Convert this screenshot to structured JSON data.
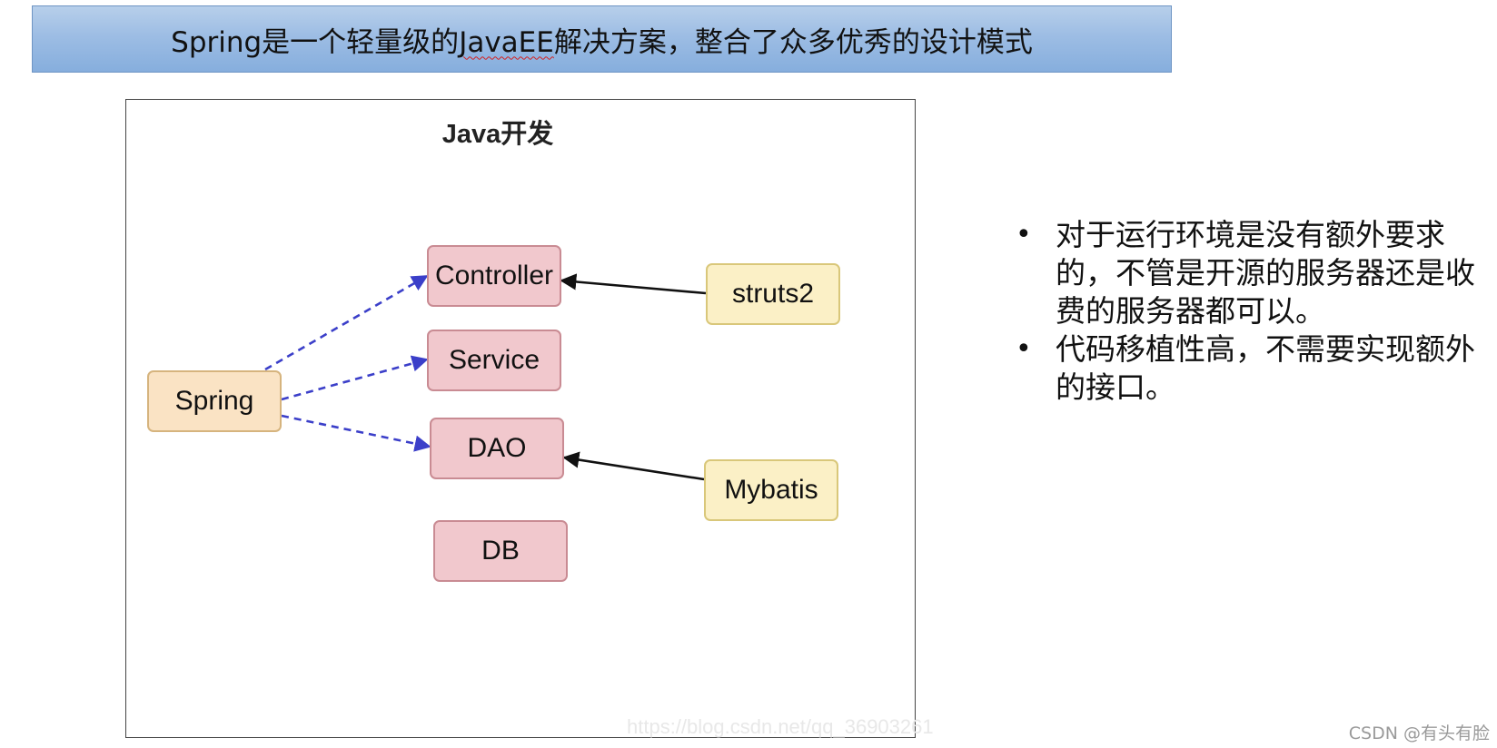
{
  "title": {
    "prefix": "Spring是一个轻量级的",
    "squiggle": "JavaEE",
    "suffix": "解决方案，整合了众多优秀的设计模式"
  },
  "diagram": {
    "title": "Java开发",
    "nodes": {
      "controller": "Controller",
      "service": "Service",
      "dao": "DAO",
      "db": "DB",
      "spring": "Spring",
      "struts2": "struts2",
      "mybatis": "Mybatis"
    },
    "colors": {
      "dashed_arrow": "#3b3fc9",
      "solid_arrow": "#111111",
      "layer_fill": "#f1c8cd",
      "framework_fill": "#fbf0c6",
      "spring_fill": "#fae3c4"
    }
  },
  "bullets": [
    "对于运行环境是没有额外要求的，不管是开源的服务器还是收费的服务器都可以。",
    "代码移植性高，不需要实现额外的接口。"
  ],
  "bullet_symbol": "•",
  "watermark": "https://blog.csdn.net/qq_36903261",
  "credit": "CSDN @有头有脸"
}
